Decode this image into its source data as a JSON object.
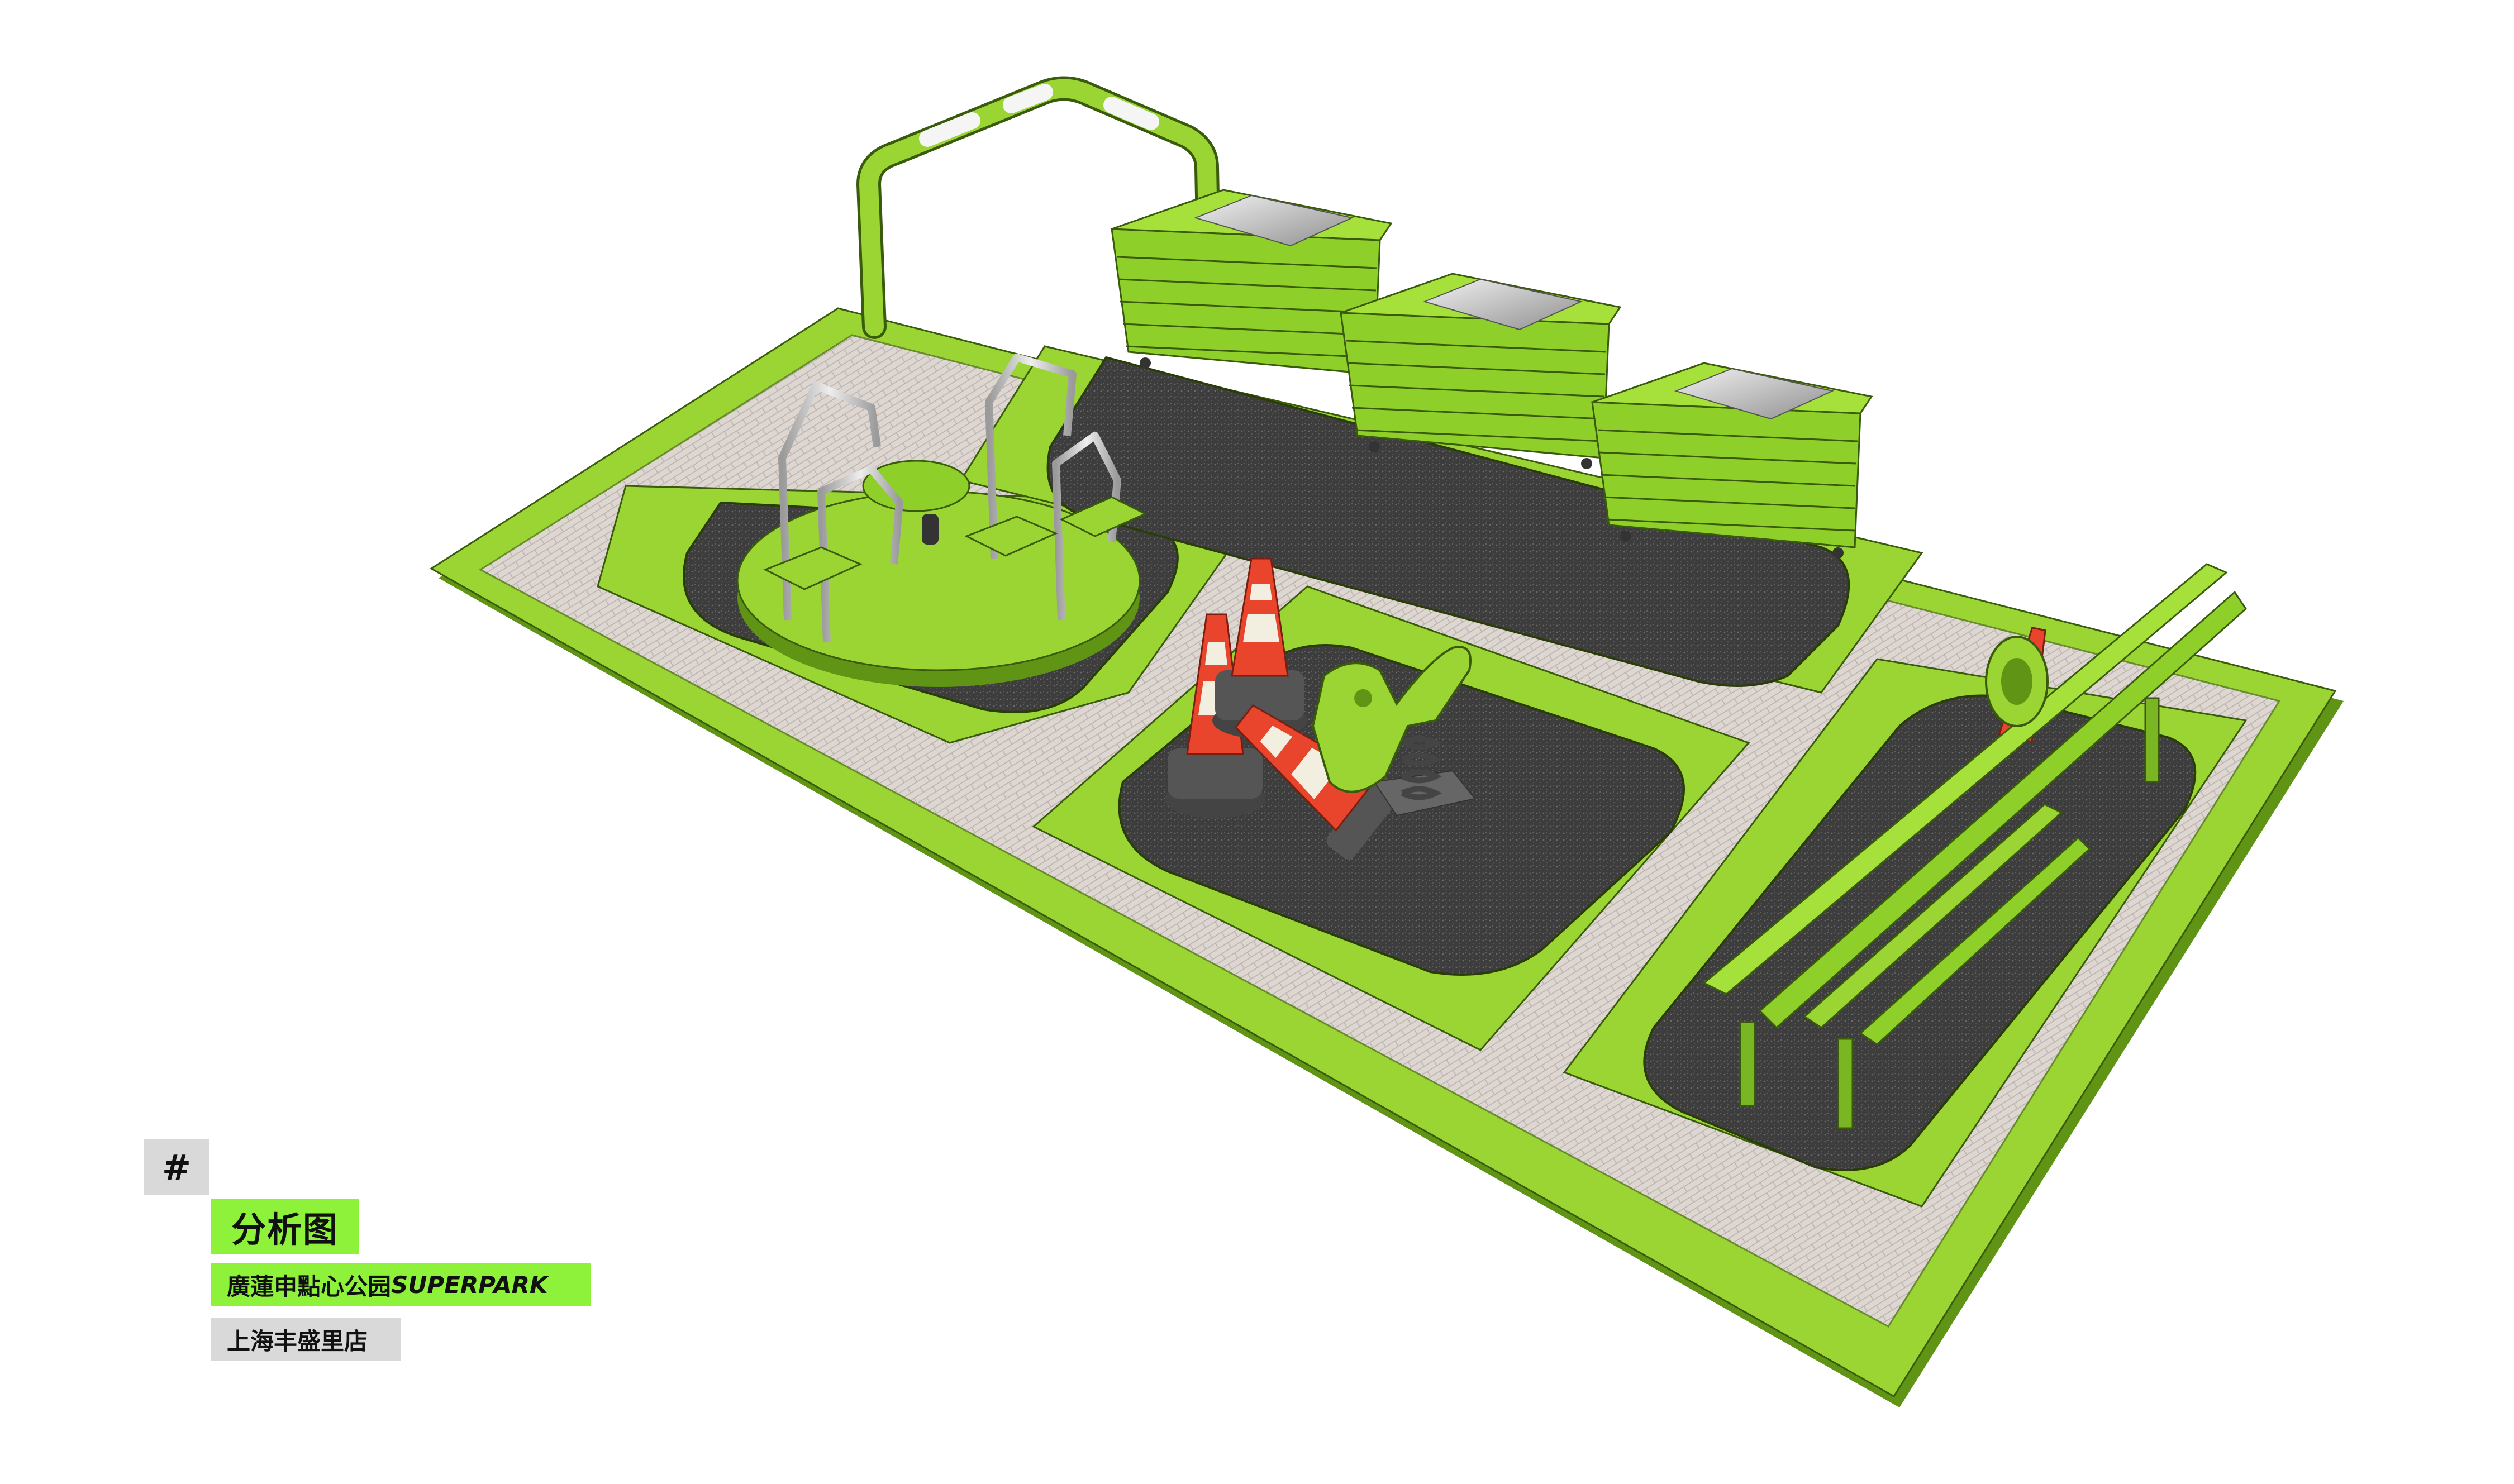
{
  "labels": {
    "hash": "#",
    "title": "分析图",
    "brand_cn": "廣蓮申點心公园",
    "brand_en": "SUPERPARK",
    "store": "上海丰盛里店"
  },
  "colors": {
    "lime": "#8fcf2a",
    "lime_light": "#a6e03a",
    "lime_dark": "#5f9414",
    "paving": "#d8d2cd",
    "rubber": "#3b3b3b",
    "cone_red": "#e8452c",
    "cone_white": "#f2eee0",
    "metal": "#c8c8c8",
    "label_green": "#8ff23a",
    "label_grey": "#d9d9d9"
  },
  "objects": [
    {
      "name": "arch-railing-icon"
    },
    {
      "name": "dumpster-icon"
    },
    {
      "name": "merry-go-round-icon"
    },
    {
      "name": "traffic-cone-icon"
    },
    {
      "name": "spring-rider-icon"
    },
    {
      "name": "bench-icon"
    }
  ]
}
